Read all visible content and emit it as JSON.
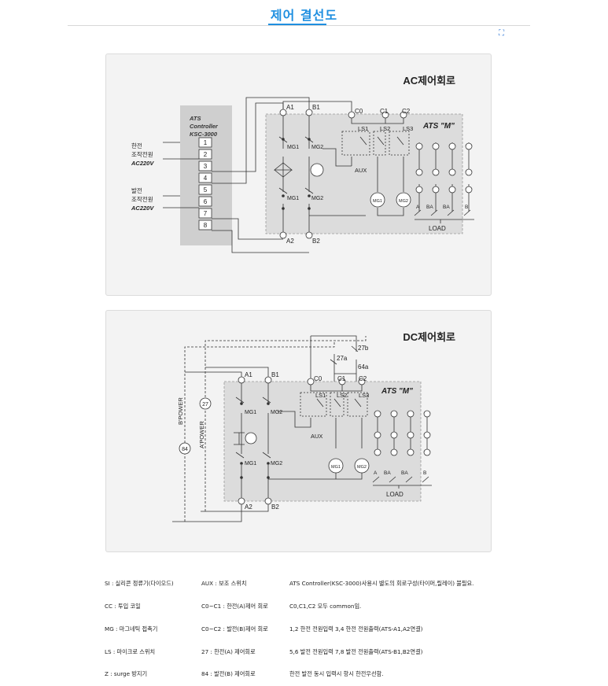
{
  "page_title": "제어 결선도",
  "icons": {
    "expand": "expand-icon"
  },
  "ac": {
    "title": "AC제어회로",
    "controller": {
      "line1": "ATS",
      "line2": "Controller",
      "line3": "KSC-3000"
    },
    "terminals": [
      "1",
      "2",
      "3",
      "4",
      "5",
      "6",
      "7",
      "8"
    ],
    "main_source": {
      "line1": "한전",
      "line2": "조작전원",
      "line3": "AC220V"
    },
    "backup_source": {
      "line1": "발전",
      "line2": "조작전원",
      "line3": "AC220V"
    },
    "labels": {
      "a1": "A1",
      "b1": "B1",
      "a2": "A2",
      "b2": "B2",
      "c0": "C0",
      "c1": "C1",
      "c2": "C2",
      "ls1": "LS1",
      "ls2": "LS2",
      "ls3": "LS3",
      "ats": "ATS \"M\"",
      "mg1_top": "MG1",
      "mg2_top": "MG2",
      "mg1_bot": "MG1",
      "mg2_bot": "MG2",
      "aux": "AUX",
      "motor1": "MG1",
      "motor2": "MG2",
      "load": "LOAD",
      "load_a1": "A",
      "load_ba1": "BA",
      "load_ba2": "BA",
      "load_b": "B"
    }
  },
  "dc": {
    "title": "DC제어회로",
    "labels": {
      "a1": "A1",
      "b1": "B1",
      "a2": "A2",
      "b2": "B2",
      "c0": "C0",
      "c1": "C1",
      "c2": "C2",
      "ls1": "LS1",
      "ls2": "LS2",
      "ls3": "LS3",
      "ats": "ATS \"M\"",
      "mg1_top": "MG1",
      "mg2_top": "MG2",
      "mg1_bot": "MG1",
      "mg2_bot": "MG2",
      "aux": "AUX",
      "motor1": "MG1",
      "motor2": "MG2",
      "load": "LOAD",
      "load_a1": "A",
      "load_ba1": "BA",
      "load_ba2": "BA",
      "load_b": "B",
      "r27a": "27a",
      "r27b": "27b",
      "r64a": "64a",
      "b_power": "B'POWER",
      "a_power": "A'POWER",
      "relay27": "27",
      "relay84": "84"
    }
  },
  "legend": {
    "col1": [
      "SI : 실리콘 정류기(다이오드)",
      "CC : 투입 코일",
      "MG : 마그네틱 접촉기",
      "LS : 마이크로 스위치",
      "Z : surge 방지기"
    ],
    "col2": [
      "AUX : 보조 스위치",
      "C0~C1 : 한전(A)제어 회로",
      "C0~C2 : 발전(B)제어 회로",
      "27 : 한전(A) 제어회로",
      "84 : 발전(B) 제어회로"
    ],
    "col3": [
      "ATS Controller(KSC-3000)사용시 별도의 회로구성(타이머,릴레이) 불필요.",
      "C0,C1,C2 모두 common임.",
      "1,2 한전 전원입력 3,4 한전 전원출력(ATS-A1,A2연결)",
      "5,6 발전 전원입력 7,8 발전 전원출력(ATS-B1,B2연결)",
      "한전 발전 동시 입력시 항시 한전우선함."
    ]
  }
}
